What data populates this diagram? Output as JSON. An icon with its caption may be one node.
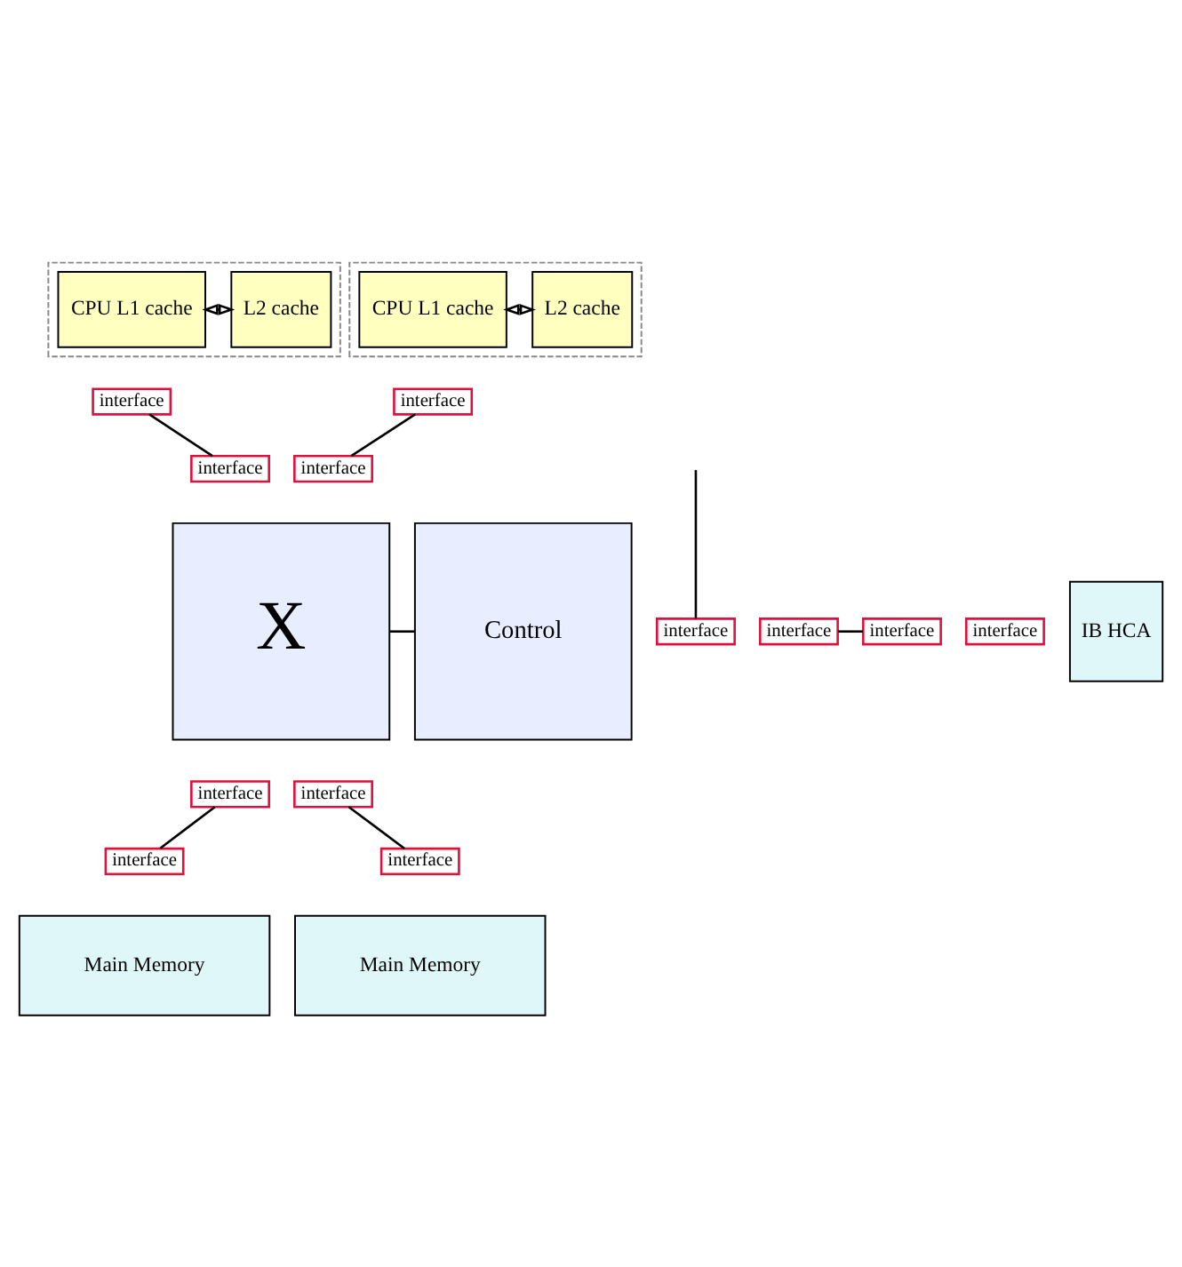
{
  "diagram": {
    "nodes": [
      {
        "text": [],
        "shape": "box"
      },
      {
        "text": [
          "CPU L1 cache"
        ],
        "in": 0
      },
      {
        "text": [
          "L2 cache"
        ],
        "in": 0
      },
      {
        "text": [],
        "shape": "box"
      },
      {
        "text": [
          "CPU L1 cache"
        ],
        "in": 3
      },
      {
        "text": [
          "L2 cache"
        ],
        "in": 3
      },
      {
        "text": [
          "interface"
        ]
      },
      {
        "text": [
          "interface"
        ]
      },
      {
        "text": [
          "interface"
        ]
      },
      {
        "text": [
          "interface"
        ]
      },
      {
        "text": [
          "interface"
        ]
      },
      {
        "text": [
          "X"
        ]
      },
      {
        "text": [
          "Control"
        ]
      },
      {
        "text": [
          "interface"
        ]
      },
      {
        "text": [
          "interface"
        ]
      },
      {
        "text": [
          "IB HCA"
        ]
      },
      {
        "text": [
          "interface"
        ]
      },
      {
        "text": [
          "interface"
        ]
      },
      {
        "text": [
          "interface"
        ]
      },
      {
        "text": [
          "interface"
        ]
      },
      {
        "text": [
          "interface"
        ]
      },
      {
        "text": [
          "Main Memory"
        ]
      },
      {
        "text": [
          "Main Memory"
        ]
      }
    ],
    "edges": [
      {
        "from": 1,
        "to": 2,
        "arrow": "both"
      },
      {
        "from": 4,
        "to": 5,
        "arrow": "both"
      },
      {
        "from": 6,
        "to": 8,
        "arrow": "none"
      },
      {
        "from": 7,
        "to": 9,
        "arrow": "none"
      },
      {
        "from": null,
        "to": 10,
        "arrow": "none"
      },
      {
        "from": 16,
        "to": 13,
        "arrow": "none"
      },
      {
        "from": 11,
        "to": 12,
        "arrow": "none"
      },
      {
        "from": 17,
        "to": 19,
        "arrow": "none"
      },
      {
        "from": 18,
        "to": 20,
        "arrow": "none"
      }
    ]
  }
}
